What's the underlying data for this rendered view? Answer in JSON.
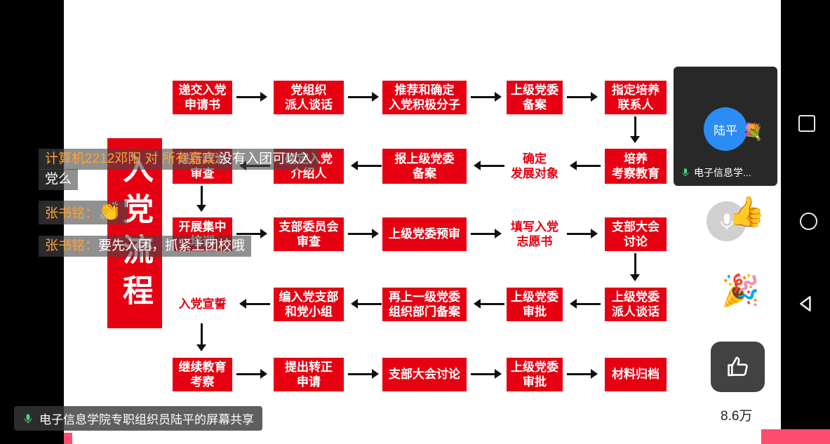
{
  "colors": {
    "box_red": "#e60012",
    "chat_name_orange": "#ffa033",
    "mic_green": "#3ddc84",
    "avatar_blue": "#2b8cf4",
    "pink_edge": "#ff4d6d"
  },
  "banner": {
    "text": "入党流程"
  },
  "flow": {
    "rows": [
      {
        "cells": [
          {
            "text": "递交入党\n申请书"
          },
          {
            "text": "党组织\n派人谈话"
          },
          {
            "text": "推荐和确定\n入党积极分子"
          },
          {
            "text": "上级党委\n备案"
          },
          {
            "text": "指定培养\n联系人"
          }
        ]
      },
      {
        "cells": [
          {
            "text": "进行政治\n审查"
          },
          {
            "text": "确定入党\n介绍人"
          },
          {
            "text": "报上级党委\n备案"
          },
          {
            "text": "确定\n发展对象"
          },
          {
            "text": "培养\n考察教育"
          }
        ]
      },
      {
        "cells": [
          {
            "text": "开展集中\n培训"
          },
          {
            "text": "支部委员会\n审查"
          },
          {
            "text": "上级党委预审"
          },
          {
            "text": "填写入党\n志愿书"
          },
          {
            "text": "支部大会\n讨论"
          }
        ]
      },
      {
        "cells": [
          {
            "text": "入党宣誓"
          },
          {
            "text": "编入党支部\n和党小组"
          },
          {
            "text": "再上一级党委\n组织部门备案"
          },
          {
            "text": "上级党委\n审批"
          },
          {
            "text": "上级党委\n派人谈话"
          }
        ]
      },
      {
        "cells": [
          {
            "text": "继续教育\n考察"
          },
          {
            "text": "提出转正\n申请"
          },
          {
            "text": "支部大会讨论"
          },
          {
            "text": "上级党委\n审批"
          },
          {
            "text": "材料归档"
          }
        ]
      }
    ]
  },
  "chat": {
    "lines": [
      {
        "name": "计算机2212邓阳 对 所有嘉宾:",
        "text": "没有入团可以入"
      },
      {
        "name": "",
        "text": "党么"
      },
      {
        "name": "张书铭：",
        "text": "👏"
      },
      {
        "name": "张书铭：",
        "text": "要先入团，抓紧上团校哦"
      }
    ]
  },
  "share_bar": {
    "text": "电子信息学院专职组织员陆平的屏幕共享"
  },
  "participant": {
    "name": "陆平",
    "label": "电子信息学...",
    "flower": "💐"
  },
  "reactions": {
    "thumbs_up": "👍",
    "party_popper": "🎉"
  },
  "like": {
    "count": "8.6万"
  }
}
